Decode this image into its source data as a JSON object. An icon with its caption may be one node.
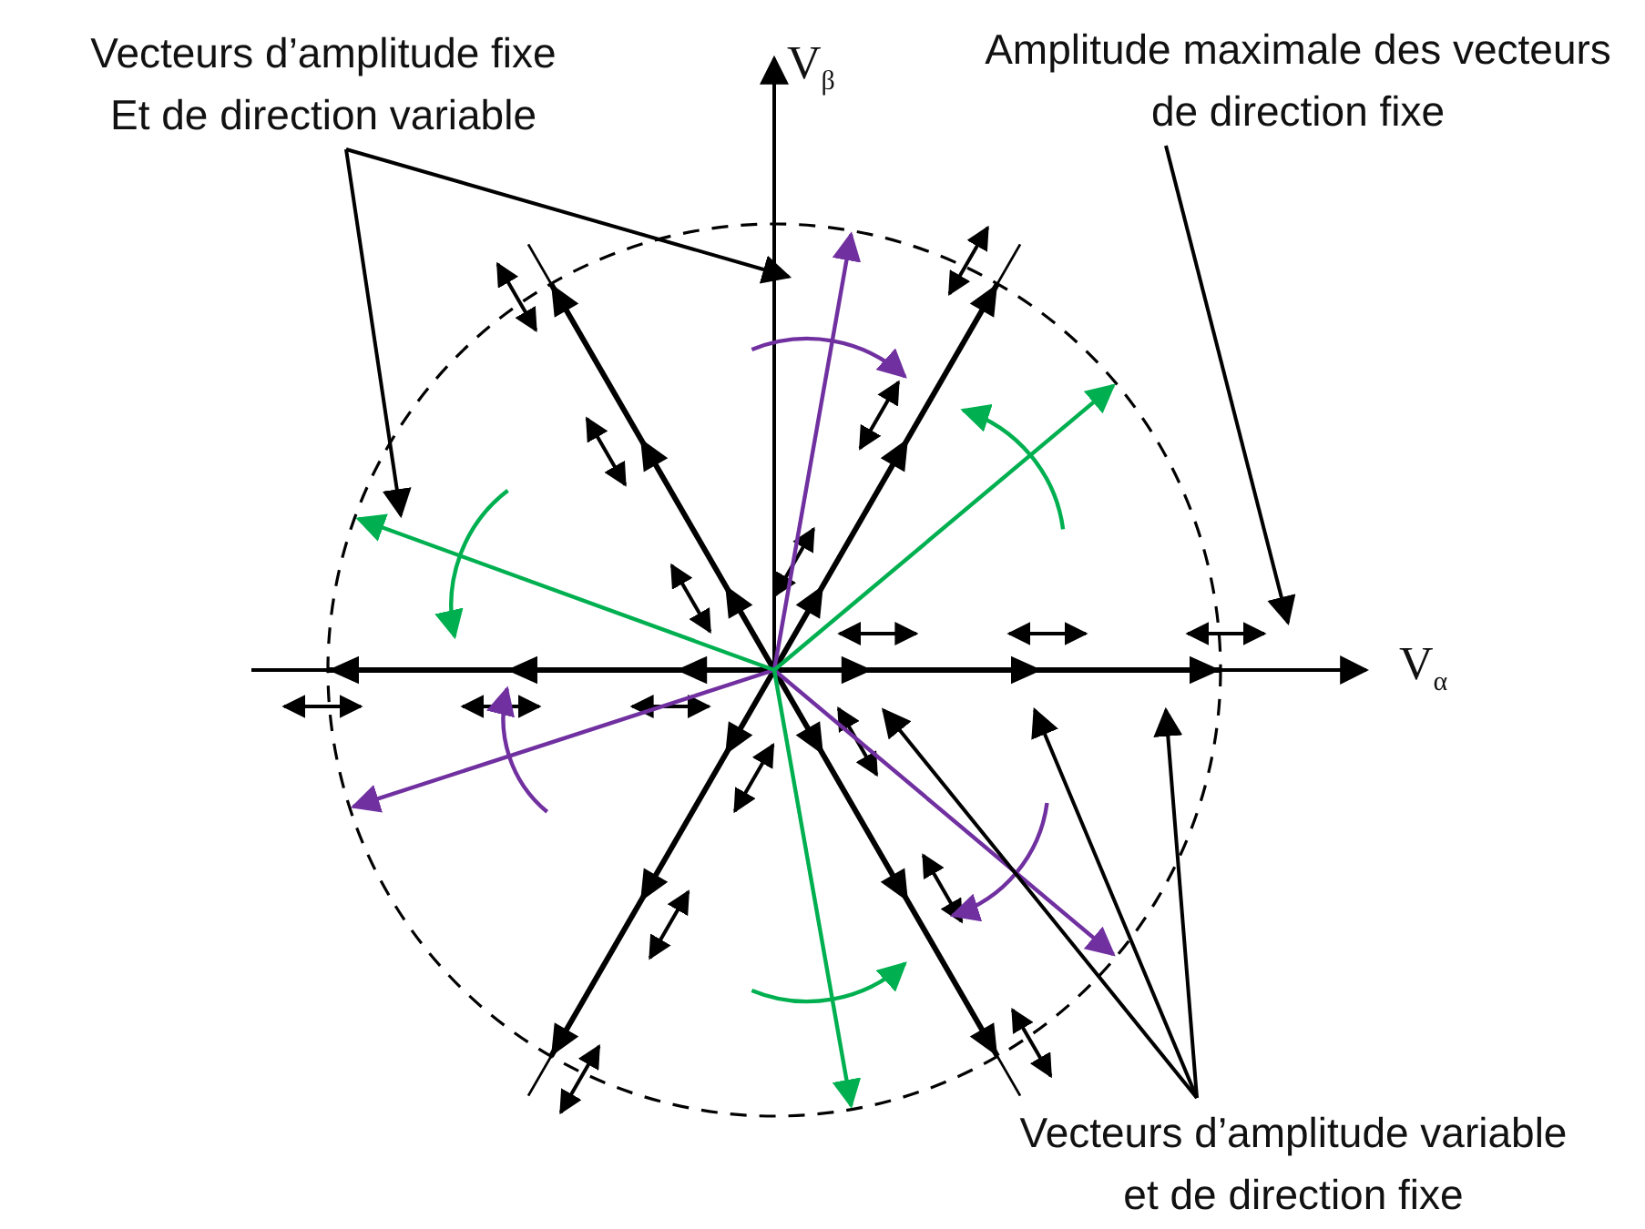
{
  "diagram": {
    "nodes": [
      {
        "text": [
          "Vecteurs d’amplitude fixe Et de direction variable"
        ]
      },
      {
        "text": [
          "Amplitude maximale des vecteurs de direction fixe"
        ]
      },
      {
        "text": [
          "Vecteurs d’amplitude variable et de direction fixe"
        ]
      }
    ],
    "edges": [
      {
        "from": 0,
        "to": null,
        "arrow": "to"
      },
      {
        "from": 0,
        "to": null,
        "arrow": "to"
      },
      {
        "from": 1,
        "to": null,
        "arrow": "to"
      },
      {
        "from": 2,
        "to": null,
        "arrow": "to"
      },
      {
        "from": 2,
        "to": null,
        "arrow": "to"
      },
      {
        "from": 2,
        "to": null,
        "arrow": "to"
      }
    ],
    "labels": [
      "V$_{β}$",
      "V$_{α}$"
    ]
  }
}
